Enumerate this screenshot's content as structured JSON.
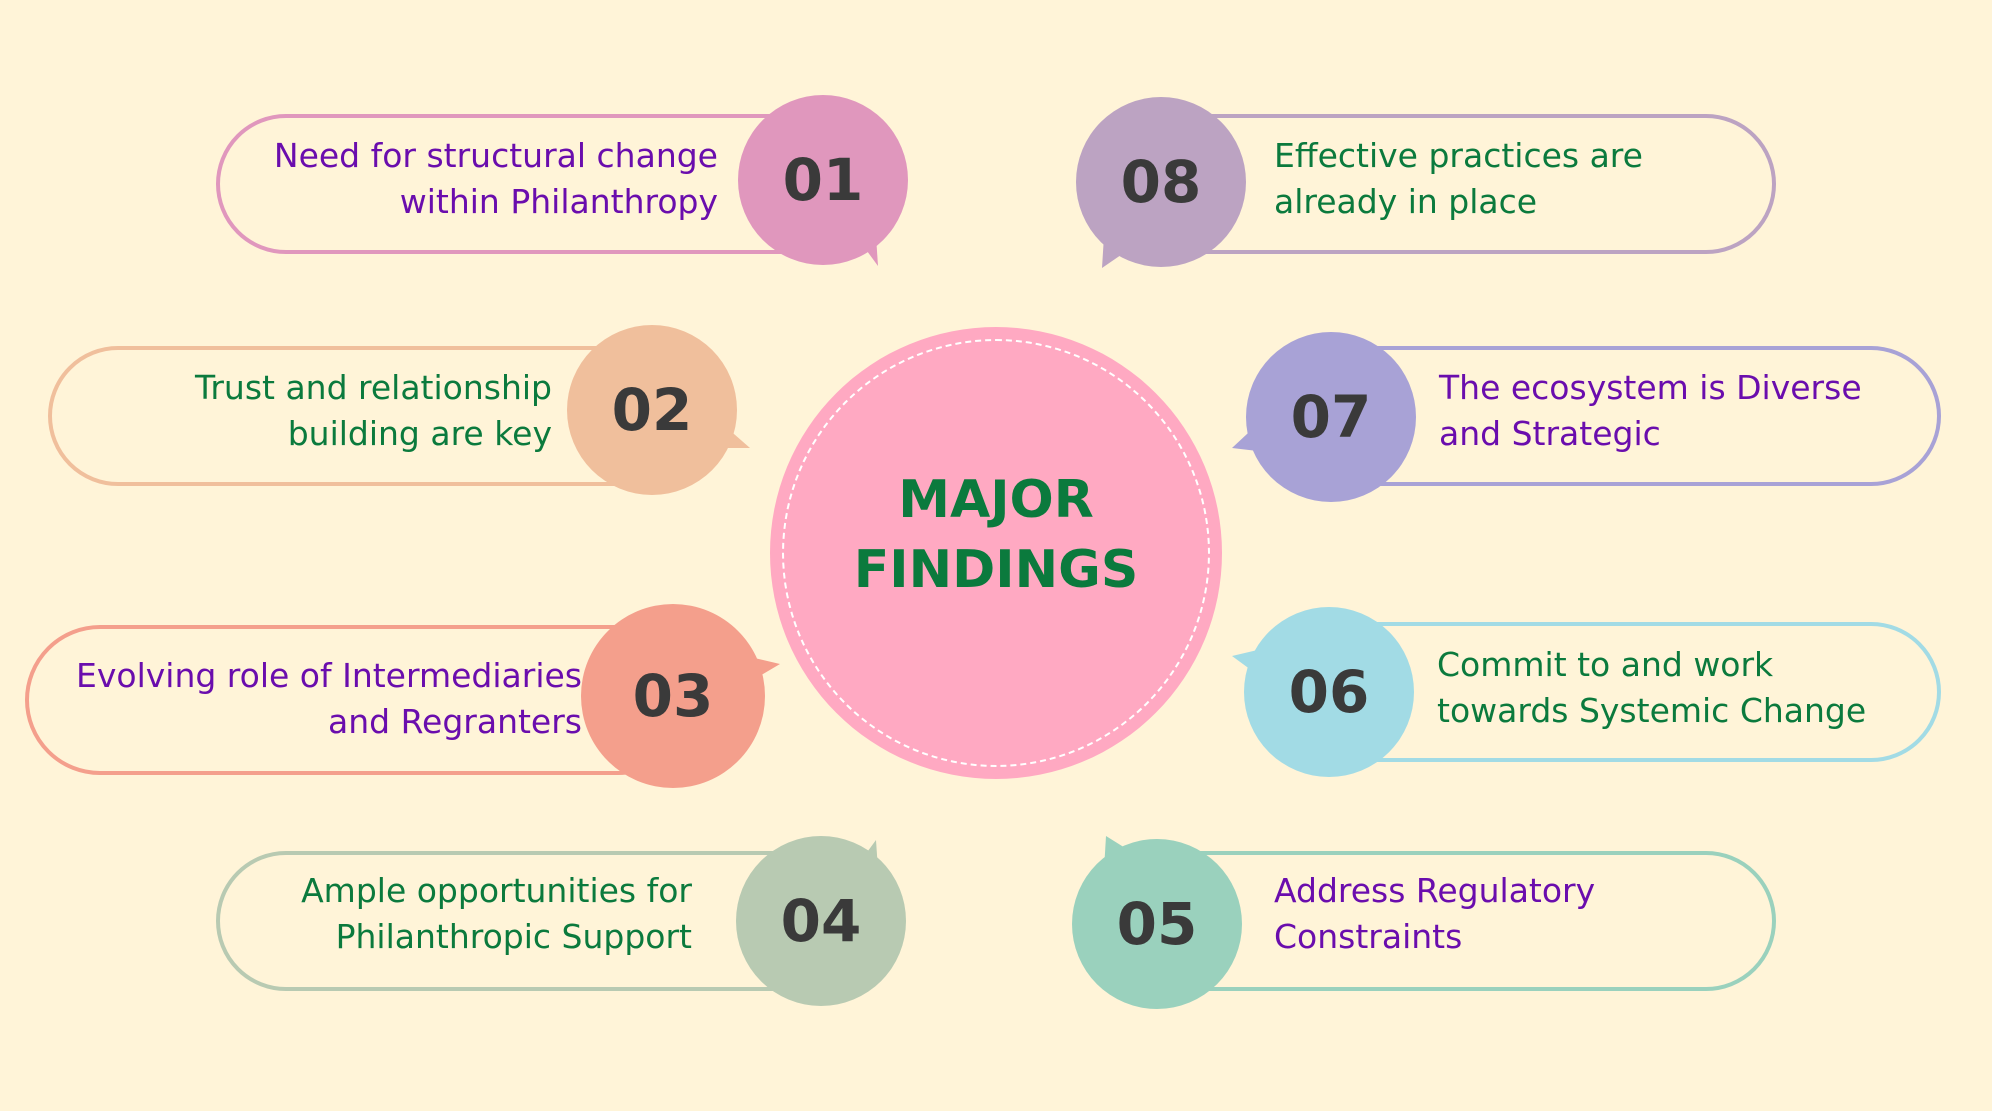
{
  "title_line1": "MAJOR",
  "title_line2": "FINDINGS",
  "colors": {
    "background": "#fff4d8",
    "center": "#ffa9c2",
    "title": "#0b7a3d",
    "purple_text": "#6a0dad",
    "green_text": "#0b7a3d",
    "number": "#3a3a3a"
  },
  "findings": [
    {
      "number": "01",
      "line1": "Need for structural change",
      "line2": "within Philanthropy",
      "color": "#e097bd"
    },
    {
      "number": "02",
      "line1": "Trust and relationship",
      "line2": "building are key",
      "color": "#f0bf9c"
    },
    {
      "number": "03",
      "line1": "Evolving role of Intermediaries",
      "line2": "and Regranters",
      "color": "#f49f8c"
    },
    {
      "number": "04",
      "line1": "Ample opportunities for",
      "line2": "Philanthropic Support",
      "color": "#b8cab2"
    },
    {
      "number": "05",
      "line1": "Address Regulatory",
      "line2": "Constraints",
      "color": "#9ad1bd"
    },
    {
      "number": "06",
      "line1": "Commit to and work",
      "line2": "towards Systemic Change",
      "color": "#a2dbe5"
    },
    {
      "number": "07",
      "line1": "The ecosystem is Diverse",
      "line2": "and Strategic",
      "color": "#a8a2d6"
    },
    {
      "number": "08",
      "line1": "Effective practices are",
      "line2": "already in place",
      "color": "#bca3c2"
    }
  ]
}
